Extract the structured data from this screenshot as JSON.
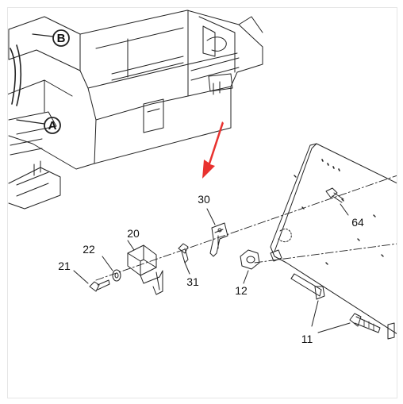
{
  "diagram": {
    "accent_color": "#e8322f",
    "callouts": [
      {
        "id": "B",
        "label": "B"
      },
      {
        "id": "A",
        "label": "A"
      }
    ],
    "part_numbers": [
      {
        "id": "p30",
        "label": "30"
      },
      {
        "id": "p20",
        "label": "20"
      },
      {
        "id": "p22",
        "label": "22"
      },
      {
        "id": "p21",
        "label": "21"
      },
      {
        "id": "p31",
        "label": "31"
      },
      {
        "id": "p12",
        "label": "12"
      },
      {
        "id": "p64",
        "label": "64"
      },
      {
        "id": "p11",
        "label": "11"
      }
    ],
    "arrow_icon": "red-pointer-arrow"
  }
}
